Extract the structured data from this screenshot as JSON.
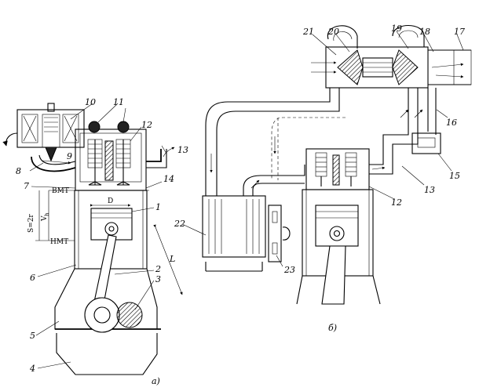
{
  "figure": {
    "caption_a": "а)",
    "caption_b": "б)"
  },
  "labels_a": {
    "n1": "1",
    "n2": "2",
    "n3": "3",
    "n4": "4",
    "n5": "5",
    "n6": "6",
    "n7": "7",
    "n8": "8",
    "n9": "9",
    "n10": "10",
    "n11": "11",
    "n12": "12",
    "n13": "13",
    "n14": "14",
    "vmt": "ВМТ",
    "nmt": "НМТ",
    "stroke": "S=2r",
    "volume": "V",
    "volume_sub": "h",
    "bore": "D",
    "length": "L"
  },
  "labels_b": {
    "n12": "12",
    "n13": "13",
    "n15": "15",
    "n16": "16",
    "n17": "17",
    "n18": "18",
    "n19": "19",
    "n20": "20",
    "n21": "21",
    "n22": "22",
    "n23": "23"
  }
}
